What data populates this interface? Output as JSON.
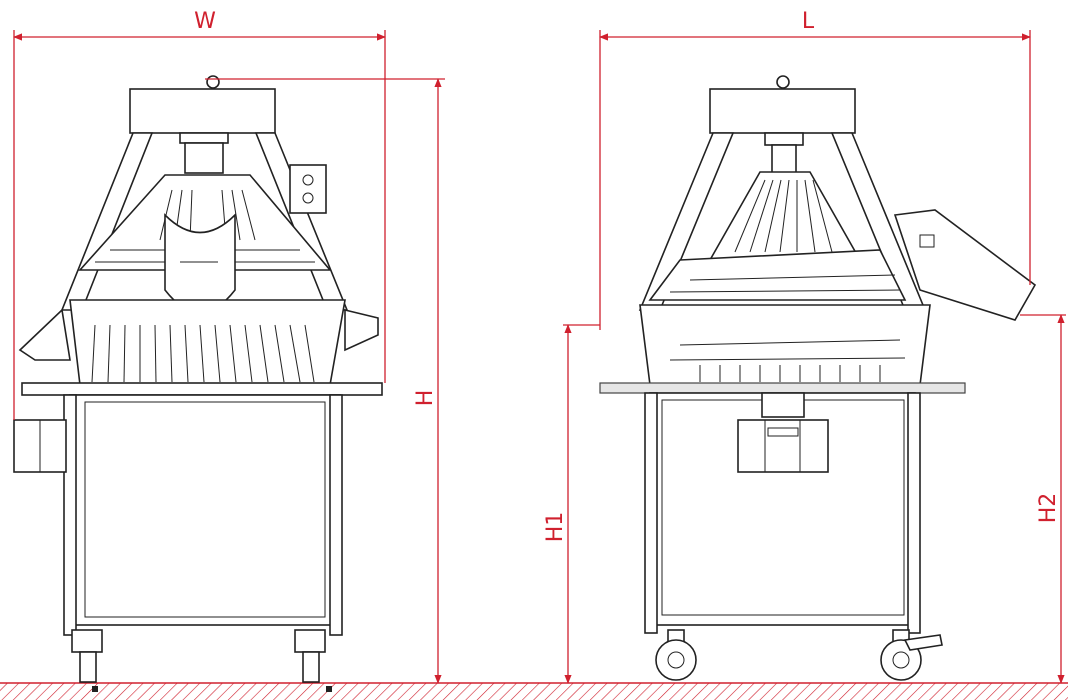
{
  "diagram": {
    "dimensions": {
      "width_label": "W",
      "length_label": "L",
      "height_label": "H",
      "height1_label": "H1",
      "height2_label": "H2"
    },
    "colors": {
      "dimension_lines": "#d0202e",
      "outline": "#222222",
      "ground_hatch": "#d0202e"
    }
  }
}
